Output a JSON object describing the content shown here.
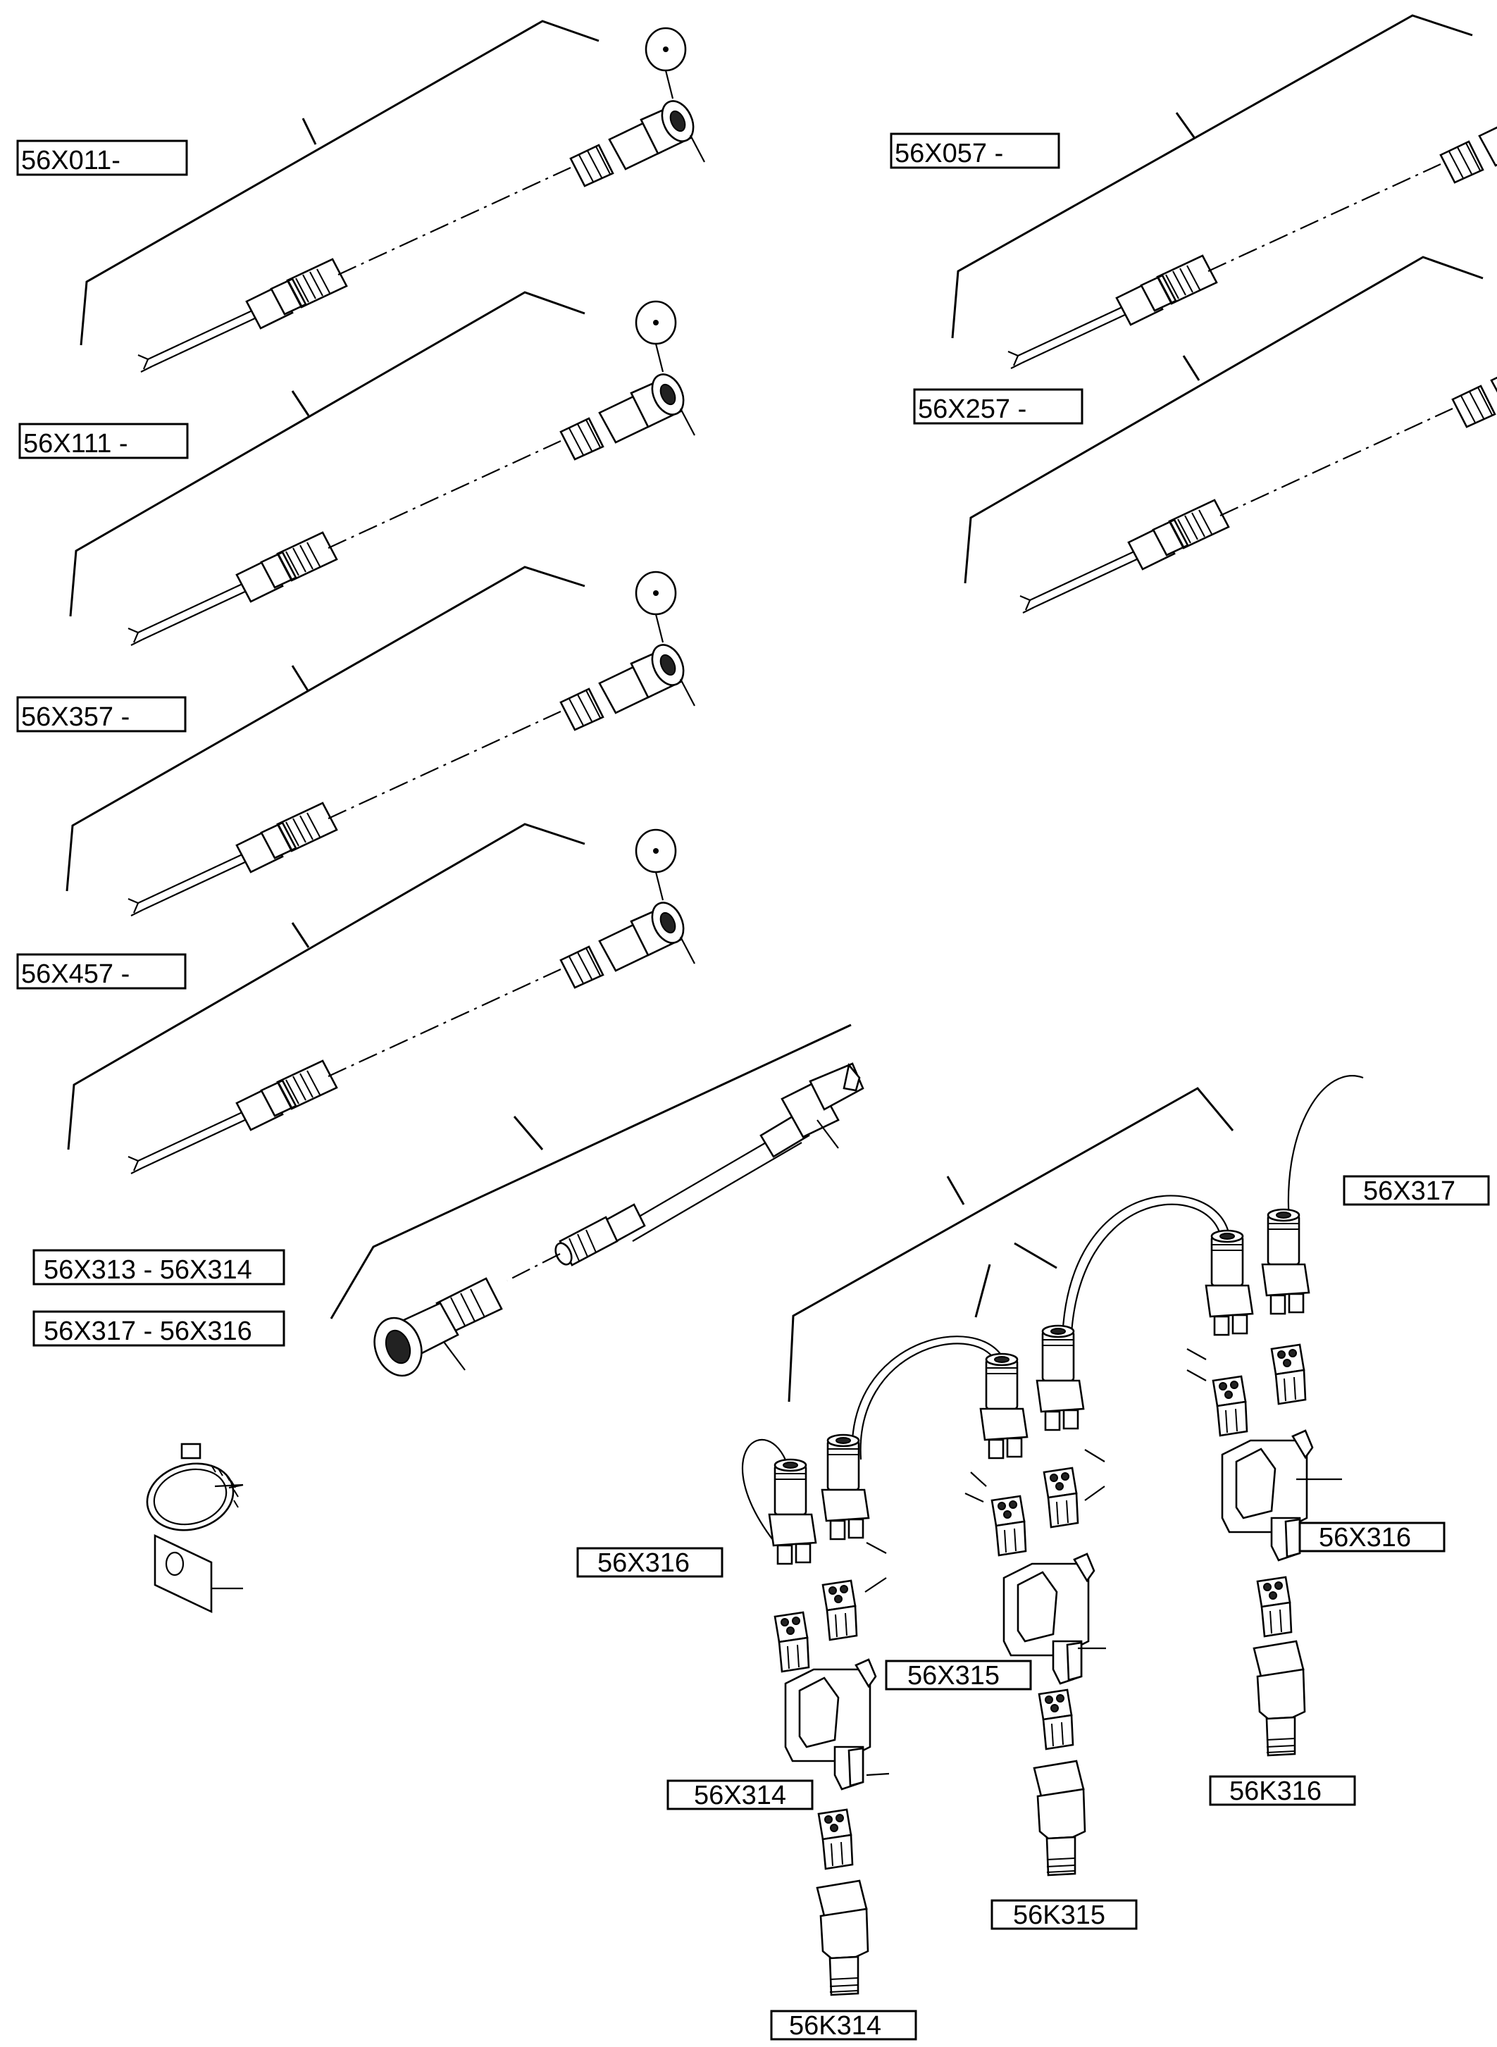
{
  "labels": {
    "l_56x011": "56X011-",
    "l_56x111": "56X111 -",
    "l_56x357": "56X357 -",
    "l_56x457": "56X457 -",
    "l_56x057": "56X057 -",
    "l_56x257": "56X257 -",
    "l_56x313_314": "56X313 - 56X314",
    "l_56x317_316": "56X317 - 56X316",
    "l_56x317": "56X317",
    "l_56x316_left": "56X316",
    "l_56x316_right": "56X316",
    "l_56x315": "56X315",
    "l_56x314": "56X314",
    "l_56k316": "56K316",
    "l_56k315": "56K315",
    "l_56k314": "56K314"
  }
}
